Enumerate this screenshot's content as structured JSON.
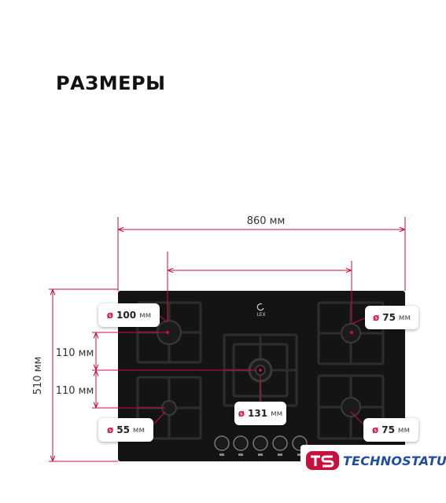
{
  "title": "РАЗМЕРЫ",
  "dimensions": {
    "width": "860 мм",
    "depth": "510 мм",
    "spacing_top": "110 мм",
    "spacing_bottom": "110 мм"
  },
  "burners": [
    {
      "symbol": "ø",
      "size": "100",
      "unit": "мм"
    },
    {
      "symbol": "ø",
      "size": "75",
      "unit": "мм"
    },
    {
      "symbol": "ø",
      "size": "131",
      "unit": "мм"
    },
    {
      "symbol": "ø",
      "size": "55",
      "unit": "мм"
    },
    {
      "symbol": "ø",
      "size": "75",
      "unit": "мм"
    }
  ],
  "product_logo": "LEX",
  "brand": {
    "name": "TECHNOSTATUS",
    "color": "#1f4ea3"
  },
  "colors": {
    "dimension_line": "#c8103e",
    "hob": "#141414",
    "grate": "#2a2a2a"
  }
}
